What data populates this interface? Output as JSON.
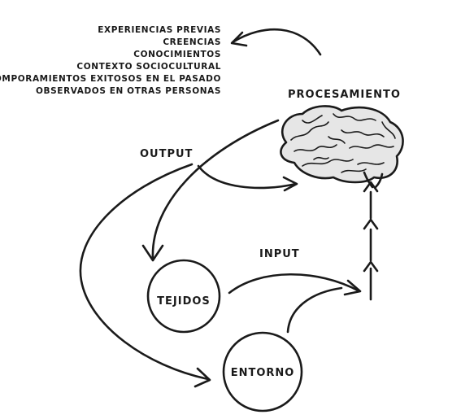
{
  "factors": {
    "items": [
      "EXPERIENCIAS PREVIAS",
      "CREENCIAS",
      "CONOCIMIENTOS",
      "CONTEXTO SOCIOCULTURAL",
      "COMPORAMIENTOS EXITOSOS EN EL PASADO",
      "OBSERVADOS EN OTRAS PERSONAS"
    ]
  },
  "labels": {
    "procesamiento": "PROCESAMIENTO",
    "output": "OUTPUT",
    "input": "INPUT",
    "tejidos": "TEJIDOS",
    "entorno": "ENTORNO"
  },
  "icons": {
    "brain": "brain-icon"
  },
  "colors": {
    "ink": "#1a1a1a",
    "brain_fill": "#e6e6e6",
    "background": "#ffffff"
  }
}
